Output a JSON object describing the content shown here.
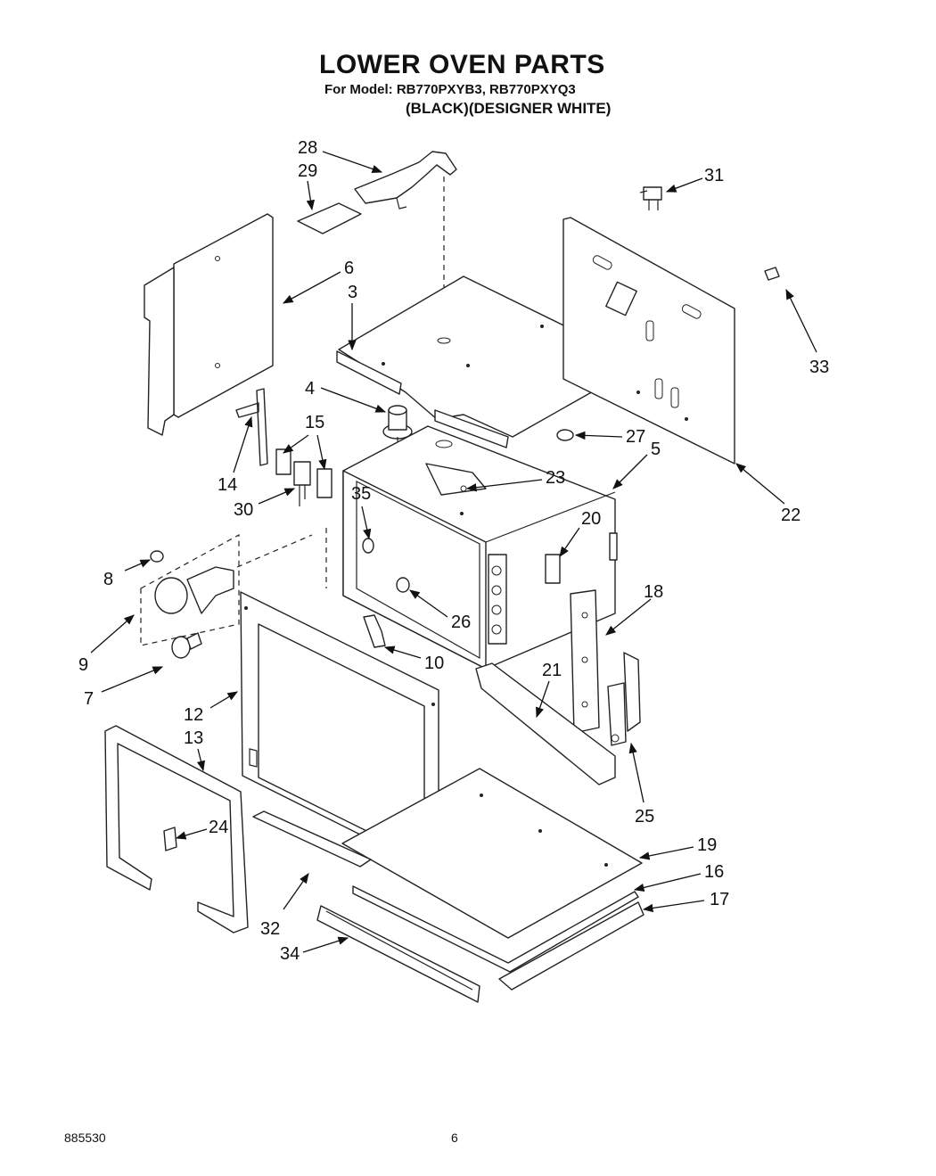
{
  "header": {
    "title": "LOWER OVEN PARTS",
    "model_line": "For Model: RB770PXYB3, RB770PXYQ3",
    "color_line": "(BLACK)(DESIGNER WHITE)"
  },
  "callouts": [
    "28",
    "29",
    "31",
    "6",
    "3",
    "33",
    "4",
    "15",
    "27",
    "5",
    "14",
    "30",
    "23",
    "35",
    "22",
    "20",
    "8",
    "18",
    "9",
    "26",
    "10",
    "7",
    "21",
    "12",
    "13",
    "25",
    "24",
    "19",
    "16",
    "17",
    "32",
    "34"
  ],
  "footer": {
    "doc_number": "885530",
    "page": "6"
  }
}
